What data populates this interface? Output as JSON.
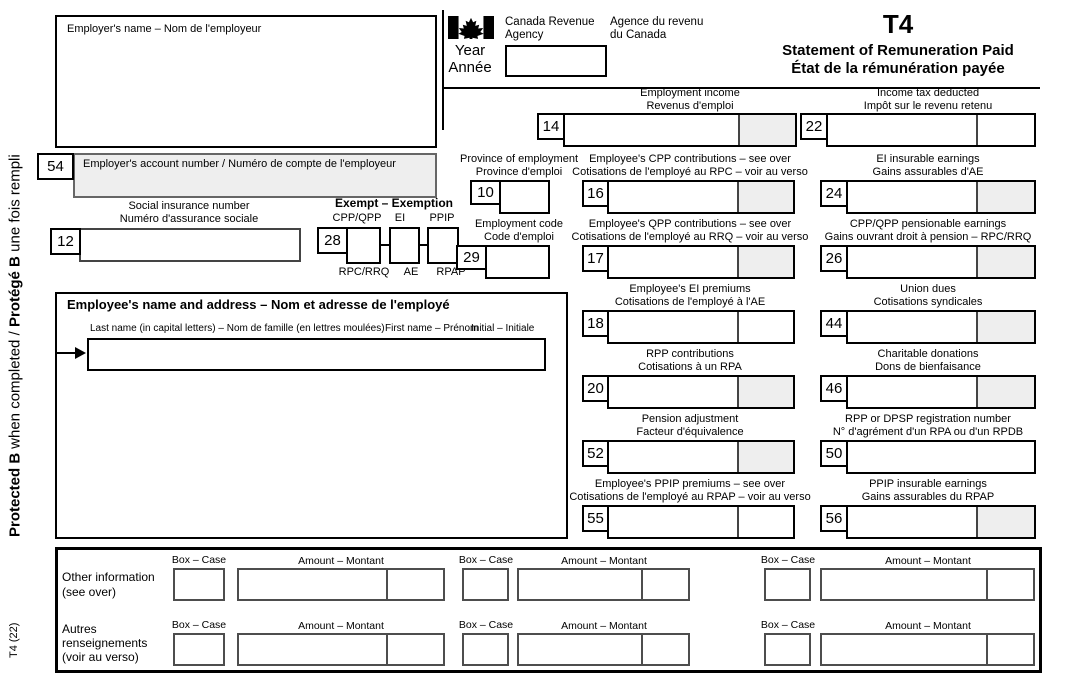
{
  "colors": {
    "shaded_box": "#eeeeee",
    "ink": "#000000"
  },
  "icons": {
    "flag": "canada-flag-maple-leaf",
    "arrow": "arrow-right"
  },
  "sidebar": {
    "protected_en_bold": "Protected B",
    "protected_middle": " when completed / ",
    "protected_fr_bold": "Protégé B",
    "protected_end": " une fois rempli",
    "form_version": "T4 (22)"
  },
  "header": {
    "agency_en_line1": "Canada Revenue",
    "agency_en_line2": "Agency",
    "agency_fr_line1": "Agence du revenu",
    "agency_fr_line2": "du Canada",
    "year_label_en": "Year",
    "year_label_fr": "Année",
    "year_value": "",
    "form_code": "T4",
    "title_en": "Statement of Remuneration Paid",
    "title_fr": "État de la rémunération payée"
  },
  "employer": {
    "name_label": "Employer's name – Nom de l'employeur",
    "name_value": "",
    "account_box_no": "54",
    "account_label": "Employer's account number / Numéro de compte de l'employeur",
    "account_value": ""
  },
  "sin": {
    "box_no": "12",
    "label_en": "Social insurance number",
    "label_fr": "Numéro d'assurance sociale",
    "value": ""
  },
  "exempt": {
    "title": "Exempt – Exemption",
    "box_no": "28",
    "columns": [
      {
        "label_top": "CPP/QPP",
        "label_bottom": "RPC/RRQ",
        "checked": false
      },
      {
        "label_top": "EI",
        "label_bottom": "AE",
        "checked": false
      },
      {
        "label_top": "PPIP",
        "label_bottom": "RPAP",
        "checked": false
      }
    ]
  },
  "employee": {
    "header": "Employee's name and address – Nom et adresse de l'employé",
    "last_name_label": "Last name (in capital letters) – Nom de famille (en lettres moulées)",
    "first_name_label": "First name – Prénom",
    "initial_label": "Initial – Initiale",
    "name_value": ""
  },
  "fields": {
    "f14": {
      "no": "14",
      "l1": "Employment income",
      "l2": "Revenus d'emploi",
      "value": ""
    },
    "f22": {
      "no": "22",
      "l1": "Income tax deducted",
      "l2": "Impôt sur le revenu retenu",
      "value": ""
    },
    "f10": {
      "no": "10",
      "l1": "Province of employment",
      "l2": "Province d'emploi",
      "value": ""
    },
    "f16": {
      "no": "16",
      "l1": "Employee's CPP contributions – see over",
      "l2": "Cotisations de l'employé au RPC – voir au verso",
      "value": ""
    },
    "f24": {
      "no": "24",
      "l1": "EI insurable earnings",
      "l2": "Gains assurables d'AE",
      "value": ""
    },
    "f29": {
      "no": "29",
      "l1": "Employment code",
      "l2": "Code d'emploi",
      "value": ""
    },
    "f17": {
      "no": "17",
      "l1": "Employee's QPP contributions – see over",
      "l2": "Cotisations de l'employé au RRQ – voir au verso",
      "value": ""
    },
    "f26": {
      "no": "26",
      "l1": "CPP/QPP pensionable earnings",
      "l2": "Gains ouvrant droit à pension – RPC/RRQ",
      "value": ""
    },
    "f18": {
      "no": "18",
      "l1": "Employee's EI premiums",
      "l2": "Cotisations de l'employé à l'AE",
      "value": ""
    },
    "f44": {
      "no": "44",
      "l1": "Union dues",
      "l2": "Cotisations syndicales",
      "value": ""
    },
    "f20": {
      "no": "20",
      "l1": "RPP contributions",
      "l2": "Cotisations à un RPA",
      "value": ""
    },
    "f46": {
      "no": "46",
      "l1": "Charitable donations",
      "l2": "Dons de bienfaisance",
      "value": ""
    },
    "f52": {
      "no": "52",
      "l1": "Pension adjustment",
      "l2": "Facteur d'équivalence",
      "value": ""
    },
    "f50": {
      "no": "50",
      "l1": "RPP or DPSP registration number",
      "l2": "N° d'agrément d'un RPA ou d'un RPDB",
      "value": ""
    },
    "f55": {
      "no": "55",
      "l1": "Employee's PPIP premiums – see over",
      "l2": "Cotisations de l'employé au RPAP – voir au verso",
      "value": ""
    },
    "f56": {
      "no": "56",
      "l1": "PPIP insurable earnings",
      "l2": "Gains assurables du RPAP",
      "value": ""
    }
  },
  "other_info": {
    "label_en_line1": "Other information",
    "label_en_line2": "(see over)",
    "label_fr_line1": "Autres",
    "label_fr_line2": "renseignements",
    "label_fr_line3": "(voir au verso)",
    "box_label": "Box – Case",
    "amount_label": "Amount – Montant"
  }
}
